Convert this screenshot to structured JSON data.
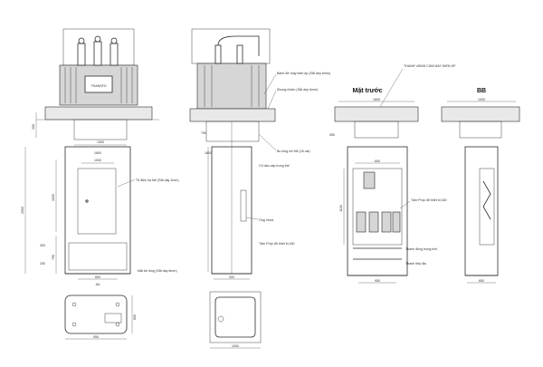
{
  "views": {
    "front": {
      "title": "Mặt trước"
    },
    "section": {
      "title": "BB"
    }
  },
  "labels": {
    "transformer_frame": "THANH V80X8 CÙM MÁY BIẾN ÁP",
    "cable_support": "Bánh đỡ máy biến áp (Sắt dẹp 6mm)",
    "frame_plate": "Khung nhôm (Sắt dẹp 6mm)",
    "bolt": "Bu lông nở M8 (16 cái)",
    "grounding": "Cổ dầu cáp trung thế",
    "cabinet": "Tủ điện hạ thế (Sắt dày 2mm)",
    "cable_pipe": "Ống nhựa",
    "busbar_left": "Tấm Phíp đỡ thiết bị 180",
    "busbar_right": "Tấm Phíp đỡ thiết bị 180",
    "copper_bar": "Thanh đồng trung tính",
    "ground_bar": "Thanh tiếp địa",
    "base_cover": "Mặt bê tông (Sắt dày 6mm)",
    "nameplate": "TRANSFO"
  },
  "dims": {
    "d1800a": "1800",
    "d1300": "1300",
    "d1000a": "1000",
    "d1800b": "1800",
    "d1050": "1050",
    "d2000": "2000",
    "d750a": "750",
    "d650": "650",
    "d300a": "300",
    "d950": "950",
    "d800": "800",
    "d300b": "300",
    "d1000b": "1000",
    "d250": "250",
    "d300c": "300",
    "d750b": "750",
    "d350": "350",
    "d1800c": "1800",
    "d1000c": "1000",
    "d600": "600",
    "d1150": "1150",
    "d950b": "950",
    "d800b": "800",
    "aa": "AA"
  },
  "colors": {
    "line": "#2a2a2a",
    "fill": "#d6d6d6",
    "background": "#ffffff"
  }
}
